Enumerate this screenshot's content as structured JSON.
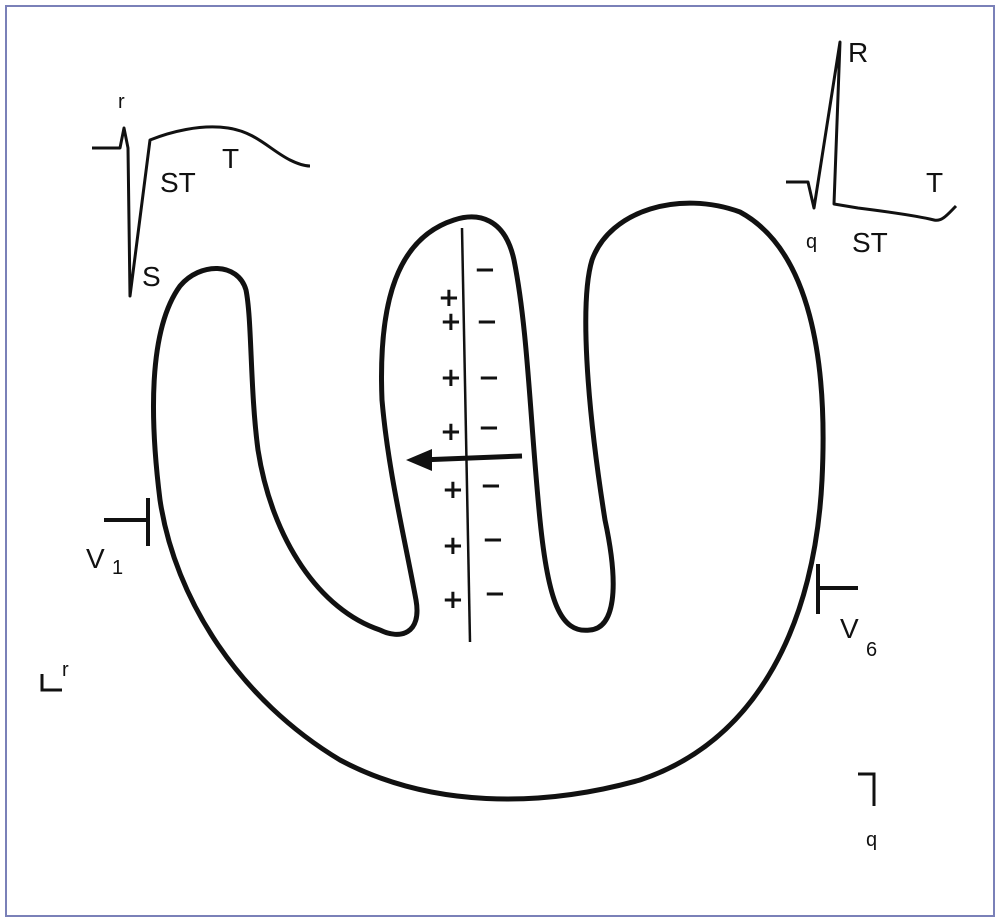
{
  "colors": {
    "ink": "#111111",
    "frame": "#7a80b8",
    "background": "#ffffff"
  },
  "v1_ecg": {
    "r": "r",
    "st": "ST",
    "t": "T",
    "s": "S"
  },
  "v6_ecg": {
    "r": "R",
    "q": "q",
    "st": "ST",
    "t": "T"
  },
  "leads": {
    "v1": "V",
    "v1_sub": "1",
    "v6": "V",
    "v6_sub": "6"
  },
  "corner_marks": {
    "left_r": "r",
    "right_q": "q"
  },
  "septum": {
    "plus": [
      "+",
      "+",
      "+",
      "+",
      "+",
      "+",
      "+"
    ],
    "minus": [
      "−",
      "−",
      "−",
      "−",
      "−",
      "−",
      "−"
    ]
  }
}
